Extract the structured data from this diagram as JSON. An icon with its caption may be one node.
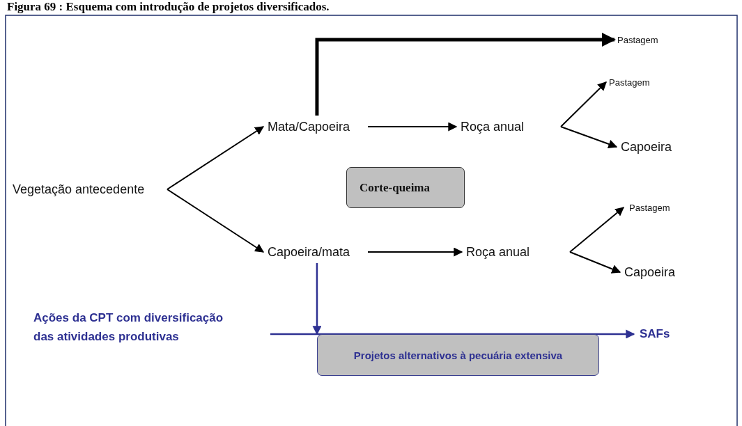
{
  "diagram": {
    "title": "Figura 69 : Esquema com introdução de projetos diversificados.",
    "nodes": [
      {
        "text": [
          "Vegetação antecedente"
        ]
      },
      {
        "text": [
          "Mata/Capoeira"
        ]
      },
      {
        "text": [
          "Roça anual"
        ]
      },
      {
        "text": [
          "Pastagem"
        ]
      },
      {
        "text": [
          "Pastagem"
        ]
      },
      {
        "text": [
          "Capoeira"
        ]
      },
      {
        "text": [
          "Corte-queima"
        ]
      },
      {
        "text": [
          "Capoeira/mata"
        ]
      },
      {
        "text": [
          "Roça anual"
        ]
      },
      {
        "text": [
          "Pastagem"
        ]
      },
      {
        "text": [
          "Capoeira"
        ]
      },
      {
        "text": [
          "Ações da CPT com diversificação das atividades produtivas"
        ]
      },
      {
        "text": [
          "SAFs"
        ]
      },
      {
        "text": [
          "Projetos alternativos à pecuária extensiva"
        ]
      }
    ],
    "edges": [
      {
        "from": 0,
        "to": 1,
        "arrow": "to"
      },
      {
        "from": 0,
        "to": 7,
        "arrow": "to"
      },
      {
        "from": 1,
        "to": 2,
        "arrow": "to"
      },
      {
        "from": 1,
        "to": 3,
        "arrow": "to",
        "style": "thick"
      },
      {
        "from": 2,
        "to": 4,
        "arrow": "to"
      },
      {
        "from": 2,
        "to": 5,
        "arrow": "to"
      },
      {
        "from": 7,
        "to": 8,
        "arrow": "to"
      },
      {
        "from": 8,
        "to": 9,
        "arrow": "to"
      },
      {
        "from": 8,
        "to": 10,
        "arrow": "to"
      },
      {
        "from": 11,
        "to": 12,
        "arrow": "to",
        "color": "#2e3192"
      },
      {
        "from": 7,
        "to": 13,
        "arrow": "to",
        "color": "#2e3192"
      }
    ]
  }
}
